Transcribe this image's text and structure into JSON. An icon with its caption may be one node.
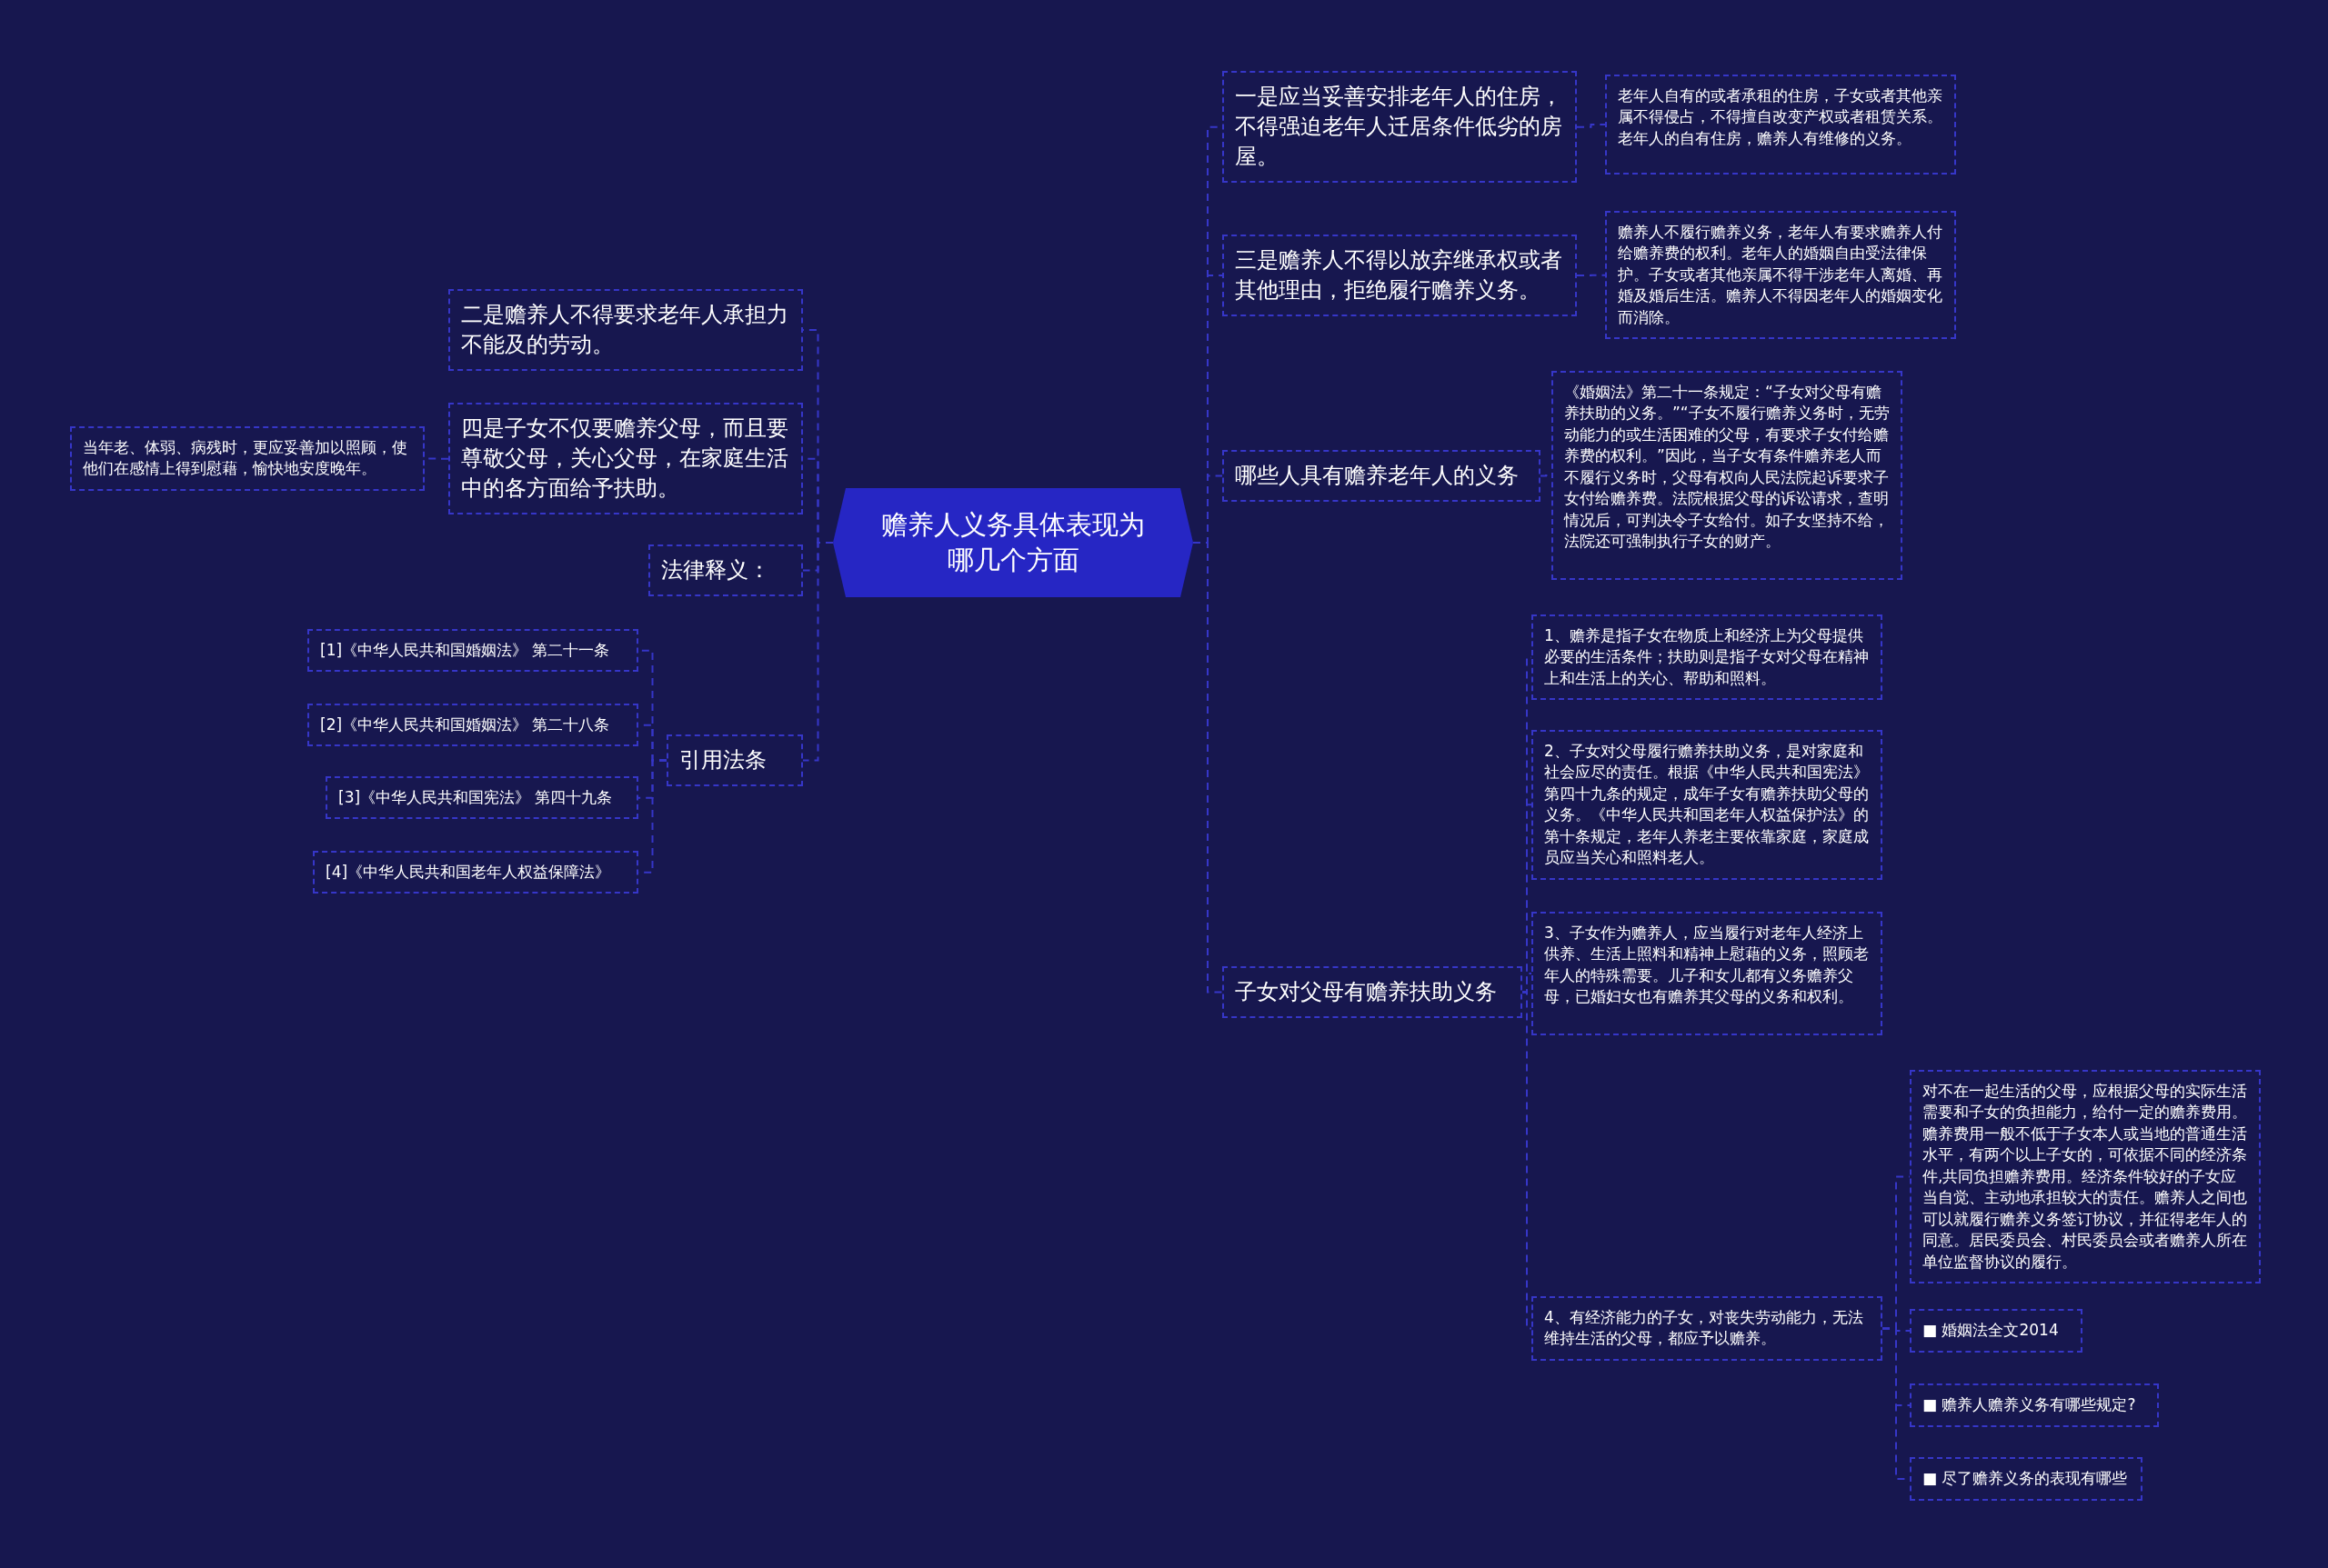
{
  "diagram": {
    "nodes": [
      {
        "text": [
          "赡养人义务具体表现为哪几个方面"
        ]
      },
      {
        "text": [
          "一是应当妥善安排老年人的住房，不得强迫老年人迁居条件低劣的房屋。"
        ]
      },
      {
        "text": [
          "老年人自有的或者承租的住房，子女或者其他亲属不得侵占，不得擅自改变产权或者租赁关系。老年人的自有住房，赡养人有维修的义务。"
        ]
      },
      {
        "text": [
          "三是赡养人不得以放弃继承权或者其他理由，拒绝履行赡养义务。"
        ]
      },
      {
        "text": [
          "赡养人不履行赡养义务，老年人有要求赡养人付给赡养费的权利。老年人的婚姻自由受法律保护。子女或者其他亲属不得干涉老年人离婚、再婚及婚后生活。赡养人不得因老年人的婚姻变化而消除。"
        ]
      },
      {
        "text": [
          "哪些人具有赡养老年人的义务"
        ]
      },
      {
        "text": [
          "《婚姻法》第二十一条规定：“子女对父母有赡养扶助的义务。”“子女不履行赡养义务时，无劳动能力的或生活困难的父母，有要求子女付给赡养费的权利。”因此，当子女有条件赡养老人而不履行义务时，父母有权向人民法院起诉要求子女付给赡养费。法院根据父母的诉讼请求，查明情况后，可判决令子女给付。如子女坚持不给，法院还可强制执行子女的财产。"
        ]
      },
      {
        "text": [
          "子女对父母有赡养扶助义务"
        ]
      },
      {
        "text": [
          "1、赡养是指子女在物质上和经济上为父母提供必要的生活条件；扶助则是指子女对父母在精神上和生活上的关心、帮助和照料。"
        ]
      },
      {
        "text": [
          "2、子女对父母履行赡养扶助义务，是对家庭和社会应尽的责任。根据《中华人民共和国宪法》第四十九条的规定，成年子女有赡养扶助父母的义务。《中华人民共和国老年人权益保护法》的第十条规定，老年人养老主要依靠家庭，家庭成员应当关心和照料老人。"
        ]
      },
      {
        "text": [
          "3、子女作为赡养人，应当履行对老年人经济上供养、生活上照料和精神上慰藉的义务，照顾老年人的特殊需要。儿子和女儿都有义务赡养父母，已婚妇女也有赡养其父母的义务和权利。"
        ]
      },
      {
        "text": [
          "4、有经济能力的子女，对丧失劳动能力，无法维持生活的父母，都应予以赡养。"
        ]
      },
      {
        "text": [
          "对不在一起生活的父母，应根据父母的实际生活需要和子女的负担能力，给付一定的赡养费用。赡养费用一般不低于子女本人或当地的普通生活水平，有两个以上子女的，可依据不同的经济条件,共同负担赡养费用。经济条件较好的子女应当自觉、主动地承担较大的责任。赡养人之间也可以就履行赡养义务签订协议，并征得老年人的同意。居民委员会、村民委员会或者赡养人所在单位监督协议的履行。"
        ]
      },
      {
        "text": [
          "■ 婚姻法全文2014"
        ]
      },
      {
        "text": [
          "■ 赡养人赡养义务有哪些规定?"
        ]
      },
      {
        "text": [
          "■ 尽了赡养义务的表现有哪些"
        ]
      },
      {
        "text": [
          "二是赡养人不得要求老年人承担力不能及的劳动。"
        ]
      },
      {
        "text": [
          "四是子女不仅要赡养父母，而且要尊敬父母，关心父母，在家庭生活中的各方面给予扶助。"
        ]
      },
      {
        "text": [
          "当年老、体弱、病残时，更应妥善加以照顾，使他们在感情上得到慰藉，愉快地安度晚年。"
        ]
      },
      {
        "text": [
          "法律释义："
        ]
      },
      {
        "text": [
          "引用法条"
        ]
      },
      {
        "text": [
          "[1]《中华人民共和国婚姻法》 第二十一条"
        ]
      },
      {
        "text": [
          "[2]《中华人民共和国婚姻法》 第二十八条"
        ]
      },
      {
        "text": [
          "[3]《中华人民共和国宪法》 第四十九条"
        ]
      },
      {
        "text": [
          "[4]《中华人民共和国老年人权益保障法》"
        ]
      }
    ],
    "edges": [
      {
        "from": 0,
        "to": 1,
        "arrow": "none"
      },
      {
        "from": 1,
        "to": 2,
        "arrow": "none"
      },
      {
        "from": 0,
        "to": 3,
        "arrow": "none"
      },
      {
        "from": 3,
        "to": 4,
        "arrow": "none"
      },
      {
        "from": 0,
        "to": 5,
        "arrow": "none"
      },
      {
        "from": 5,
        "to": 6,
        "arrow": "none"
      },
      {
        "from": 0,
        "to": 7,
        "arrow": "none"
      },
      {
        "from": 7,
        "to": 8,
        "arrow": "none"
      },
      {
        "from": 7,
        "to": 9,
        "arrow": "none"
      },
      {
        "from": 7,
        "to": 10,
        "arrow": "none"
      },
      {
        "from": 7,
        "to": 11,
        "arrow": "none"
      },
      {
        "from": 11,
        "to": 12,
        "arrow": "none"
      },
      {
        "from": 11,
        "to": 13,
        "arrow": "none"
      },
      {
        "from": 11,
        "to": 14,
        "arrow": "none"
      },
      {
        "from": 11,
        "to": 15,
        "arrow": "none"
      },
      {
        "from": 0,
        "to": 16,
        "arrow": "none"
      },
      {
        "from": 0,
        "to": 17,
        "arrow": "none"
      },
      {
        "from": 17,
        "to": 18,
        "arrow": "none"
      },
      {
        "from": 0,
        "to": 19,
        "arrow": "none"
      },
      {
        "from": 0,
        "to": 20,
        "arrow": "none"
      },
      {
        "from": 20,
        "to": 21,
        "arrow": "none"
      },
      {
        "from": 20,
        "to": 22,
        "arrow": "none"
      },
      {
        "from": 20,
        "to": 23,
        "arrow": "none"
      },
      {
        "from": 20,
        "to": 24,
        "arrow": "none"
      }
    ]
  }
}
